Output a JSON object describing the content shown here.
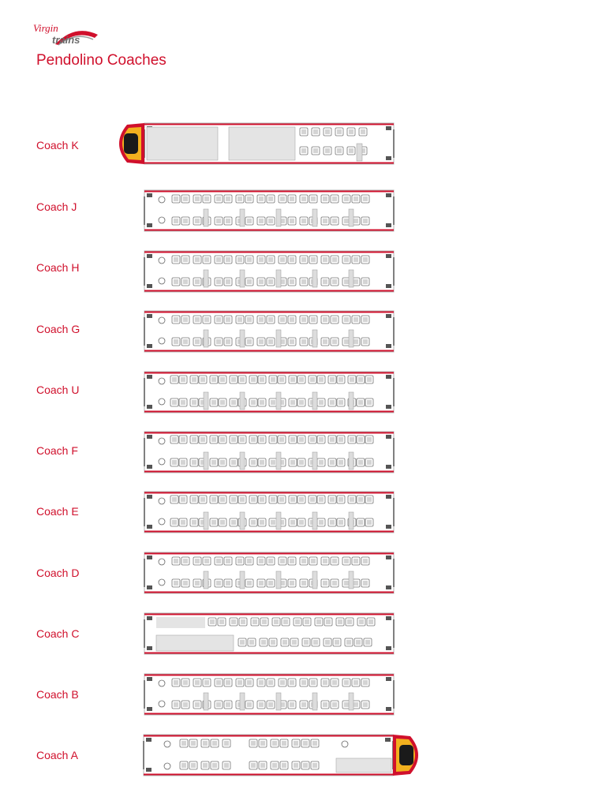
{
  "brand": {
    "logo_word": "Virgin",
    "logo_sub": "trains",
    "accent": "#d0102c",
    "cab_yellow": "#f2b01e"
  },
  "title": "Pendolino Coaches",
  "coaches": [
    {
      "id": "K",
      "label": "Coach K"
    },
    {
      "id": "J",
      "label": "Coach J"
    },
    {
      "id": "H",
      "label": "Coach H"
    },
    {
      "id": "G",
      "label": "Coach G"
    },
    {
      "id": "U",
      "label": "Coach U"
    },
    {
      "id": "F",
      "label": "Coach F"
    },
    {
      "id": "E",
      "label": "Coach E"
    },
    {
      "id": "D",
      "label": "Coach D"
    },
    {
      "id": "C",
      "label": "Coach C"
    },
    {
      "id": "B",
      "label": "Coach B"
    },
    {
      "id": "A",
      "label": "Coach A"
    }
  ]
}
